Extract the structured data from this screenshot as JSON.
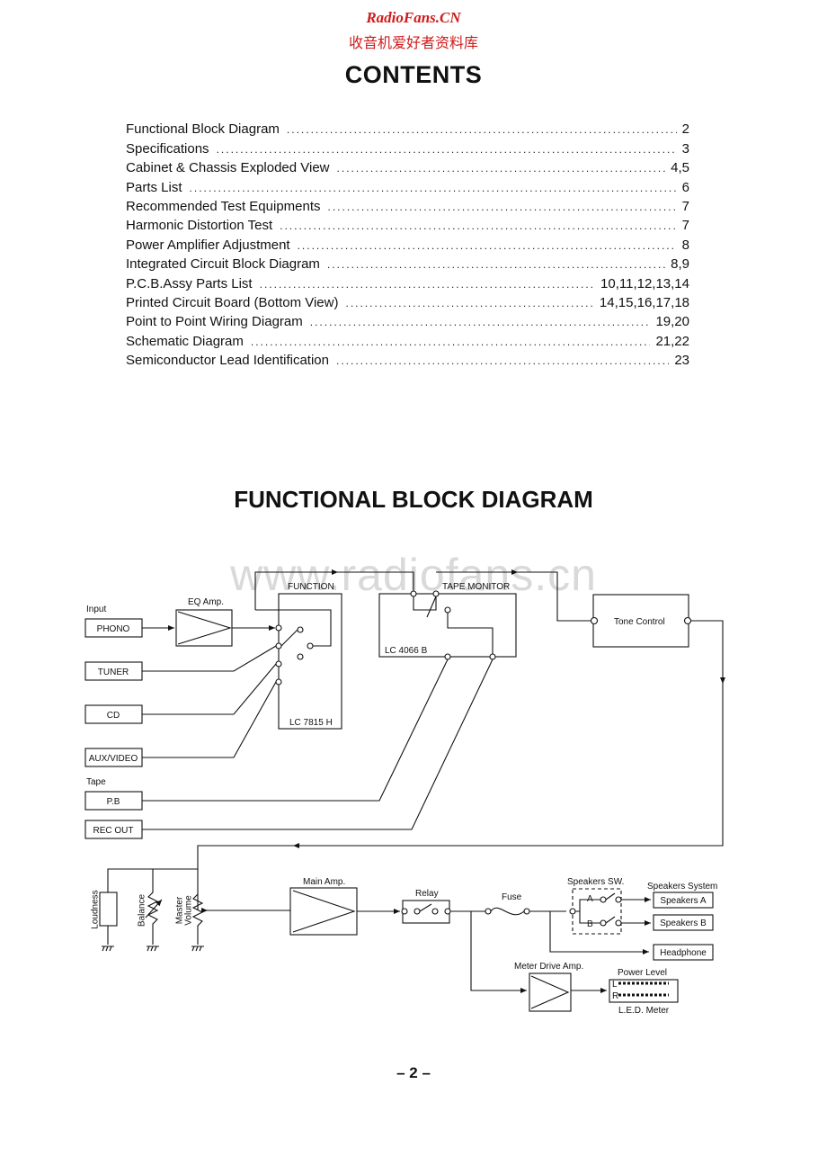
{
  "header": {
    "brand_en": "RadioFans.CN",
    "brand_cn": "收音机爱好者资料库"
  },
  "contents": {
    "title": "CONTENTS",
    "items": [
      {
        "label": "Functional Block Diagram",
        "page": "2"
      },
      {
        "label": "Specifications",
        "page": "3"
      },
      {
        "label": "Cabinet & Chassis Exploded View",
        "page": "4,5"
      },
      {
        "label": "Parts List",
        "page": "6"
      },
      {
        "label": "Recommended Test Equipments",
        "page": "7"
      },
      {
        "label": "Harmonic Distortion Test",
        "page": "7"
      },
      {
        "label": "Power Amplifier Adjustment",
        "page": "8"
      },
      {
        "label": "Integrated Circuit Block Diagram",
        "page": "8,9"
      },
      {
        "label": "P.C.B.Assy Parts List",
        "page": "10,11,12,13,14"
      },
      {
        "label": "Printed Circuit Board (Bottom View)",
        "page": "14,15,16,17,18"
      },
      {
        "label": "Point to Point Wiring Diagram",
        "page": "19,20"
      },
      {
        "label": "Schematic Diagram",
        "page": "21,22"
      },
      {
        "label": "Semiconductor Lead Identification",
        "page": "23"
      }
    ]
  },
  "diagram": {
    "title": "FUNCTIONAL BLOCK DIAGRAM",
    "watermark": "www.radiofans.cn",
    "labels": {
      "input": "Input",
      "eq_amp": "EQ Amp.",
      "function": "FUNCTION",
      "tape_monitor": "TAPE MONITOR",
      "tone_control": "Tone Control",
      "lc4066": "LC 4066 B",
      "lc7815": "LC 7815 H",
      "phono": "PHONO",
      "tuner": "TUNER",
      "cd": "CD",
      "aux_video": "AUX/VIDEO",
      "tape": "Tape",
      "pb": "P.B",
      "rec_out": "REC OUT",
      "loudness": "Loudness",
      "balance": "Balance",
      "master": "Master",
      "volume": "Volume",
      "main_amp": "Main Amp.",
      "relay": "Relay",
      "fuse": "Fuse",
      "speakers_sw": "Speakers SW.",
      "sw_a": "A",
      "sw_b": "B",
      "speakers_system": "Speakers System",
      "speakers_a": "Speakers A",
      "speakers_b": "Speakers B",
      "headphone": "Headphone",
      "meter_drive_amp": "Meter Drive Amp.",
      "power_level": "Power Level",
      "meter_l": "L",
      "meter_r": "R",
      "led_meter": "L.E.D. Meter"
    }
  },
  "footer": {
    "page_number": "– 2 –"
  }
}
